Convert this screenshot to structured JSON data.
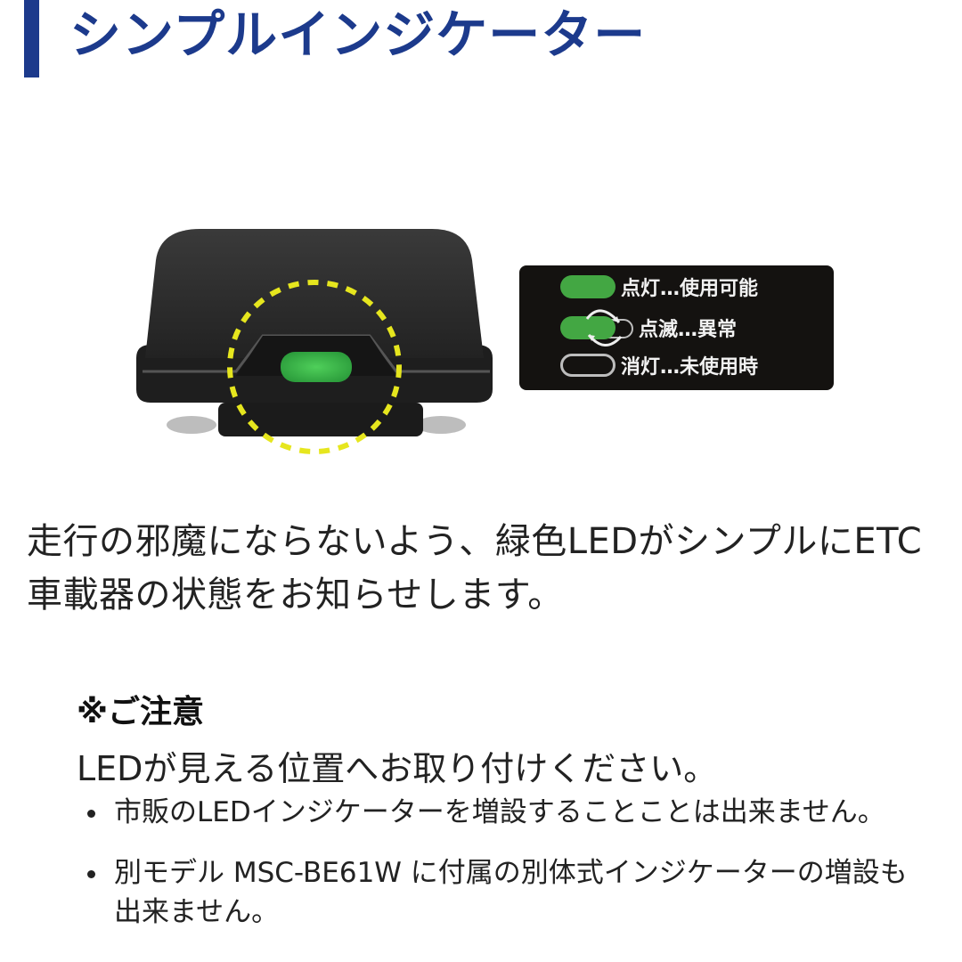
{
  "header": {
    "title": "シンプルインジケーター",
    "accent_color": "#1c3a8c"
  },
  "product_image": {
    "led_color": "#43a743",
    "highlight_color": "#e6e61e"
  },
  "legend": {
    "items": [
      {
        "state": "on",
        "label": "点灯…使用可能"
      },
      {
        "state": "blink",
        "label": "点滅…異常"
      },
      {
        "state": "off",
        "label": "消灯…未使用時"
      }
    ]
  },
  "description": "走行の邪魔にならないよう、緑色LEDがシンプルにETC車載器の状態をお知らせします。",
  "notice": {
    "heading": "※ご注意",
    "main": "LEDが見える位置へお取り付けください。",
    "bullets": [
      "市販のLEDインジケーターを増設することことは出来ません。",
      "別モデル MSC-BE61W に付属の別体式インジケーターの増設も出来ません。"
    ]
  }
}
